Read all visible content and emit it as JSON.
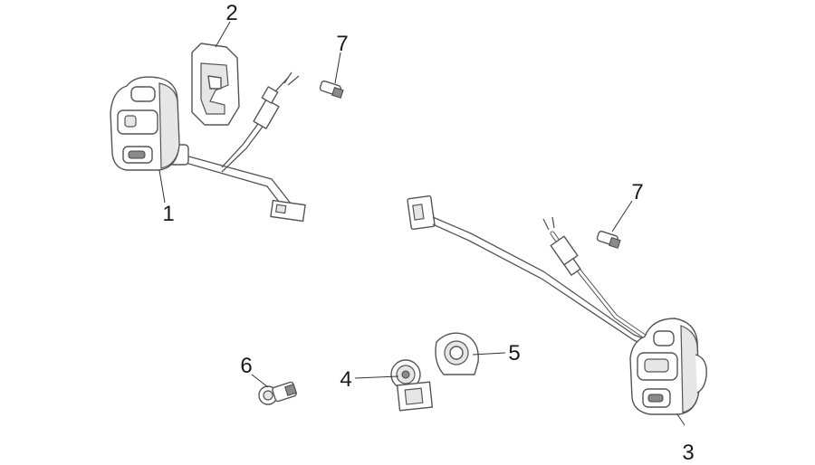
{
  "diagram": {
    "callouts": [
      {
        "id": "1",
        "label": "1"
      },
      {
        "id": "2",
        "label": "2"
      },
      {
        "id": "3",
        "label": "3"
      },
      {
        "id": "4",
        "label": "4"
      },
      {
        "id": "5",
        "label": "5"
      },
      {
        "id": "6",
        "label": "6"
      },
      {
        "id": "7a",
        "label": "7"
      },
      {
        "id": "7b",
        "label": "7"
      }
    ]
  }
}
